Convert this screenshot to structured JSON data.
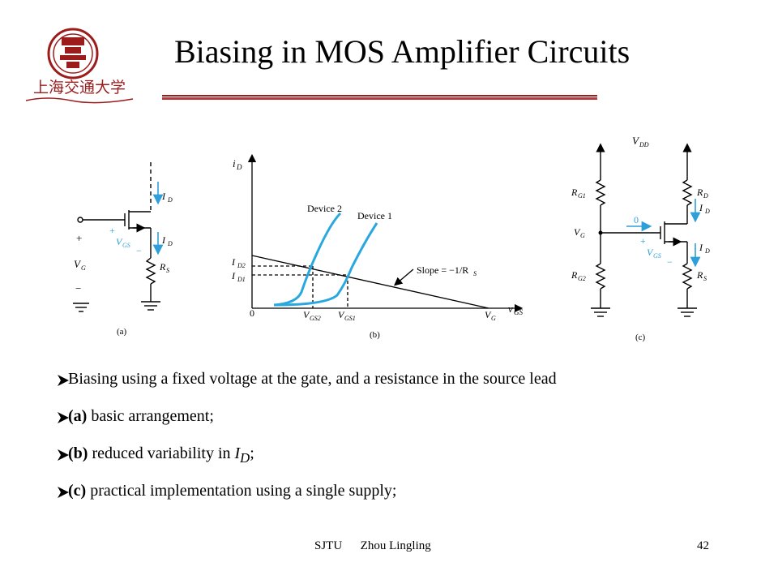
{
  "slide": {
    "title": "Biasing in MOS Amplifier Circuits",
    "logo_text": "上海交通大学"
  },
  "figure": {
    "a": {
      "caption": "(a)",
      "labels": {
        "vg": "V",
        "vg_sub": "G",
        "vgs": "V",
        "vgs_sub": "GS",
        "id_top": "I",
        "id_top_sub": "D",
        "id_bot": "I",
        "id_bot_sub": "D",
        "rs": "R",
        "rs_sub": "S",
        "plus1": "+",
        "minus1": "−",
        "plus2": "+",
        "minus2": "−"
      }
    },
    "b": {
      "caption": "(b)",
      "labels": {
        "yaxis": "i",
        "yaxis_sub": "D",
        "xaxis": "v",
        "xaxis_sub": "GS",
        "device2": "Device 2",
        "device1": "Device 1",
        "id2": "I",
        "id2_sub": "D2",
        "id1": "I",
        "id1_sub": "D1",
        "origin": "0",
        "vgs2": "V",
        "vgs2_sub": "GS2",
        "vgs1": "V",
        "vgs1_sub": "GS1",
        "vg": "V",
        "vg_sub": "G",
        "slope": "Slope = −1/R",
        "slope_sub": "S"
      }
    },
    "c": {
      "caption": "(c)",
      "labels": {
        "vdd": "V",
        "vdd_sub": "DD",
        "rg1": "R",
        "rg1_sub": "G1",
        "rg2": "R",
        "rg2_sub": "G2",
        "rd": "R",
        "rd_sub": "D",
        "rs": "R",
        "rs_sub": "S",
        "vg": "V",
        "vg_sub": "G",
        "vgs": "V",
        "vgs_sub": "GS",
        "id1": "I",
        "id1_sub": "D",
        "id2": "I",
        "id2_sub": "D",
        "zero": "0",
        "plus": "+",
        "minus": "−"
      }
    }
  },
  "bullets": [
    {
      "bold": "",
      "text": "Biasing using a fixed voltage at the gate, and a resistance in the source lead"
    },
    {
      "bold": "(a)",
      "text": " basic arrangement;"
    },
    {
      "bold": "(b)",
      "text": " reduced variability in ",
      "italic": "I",
      "sub": "D",
      "after": ";"
    },
    {
      "bold": "(c)",
      "text": " practical implementation using a single supply;"
    }
  ],
  "footer": {
    "left": "SJTU      Zhou Lingling",
    "right": "42"
  },
  "colors": {
    "accent": "#9c1c1c",
    "curve": "#29a8e0",
    "arrow": "#2e9fd8"
  }
}
